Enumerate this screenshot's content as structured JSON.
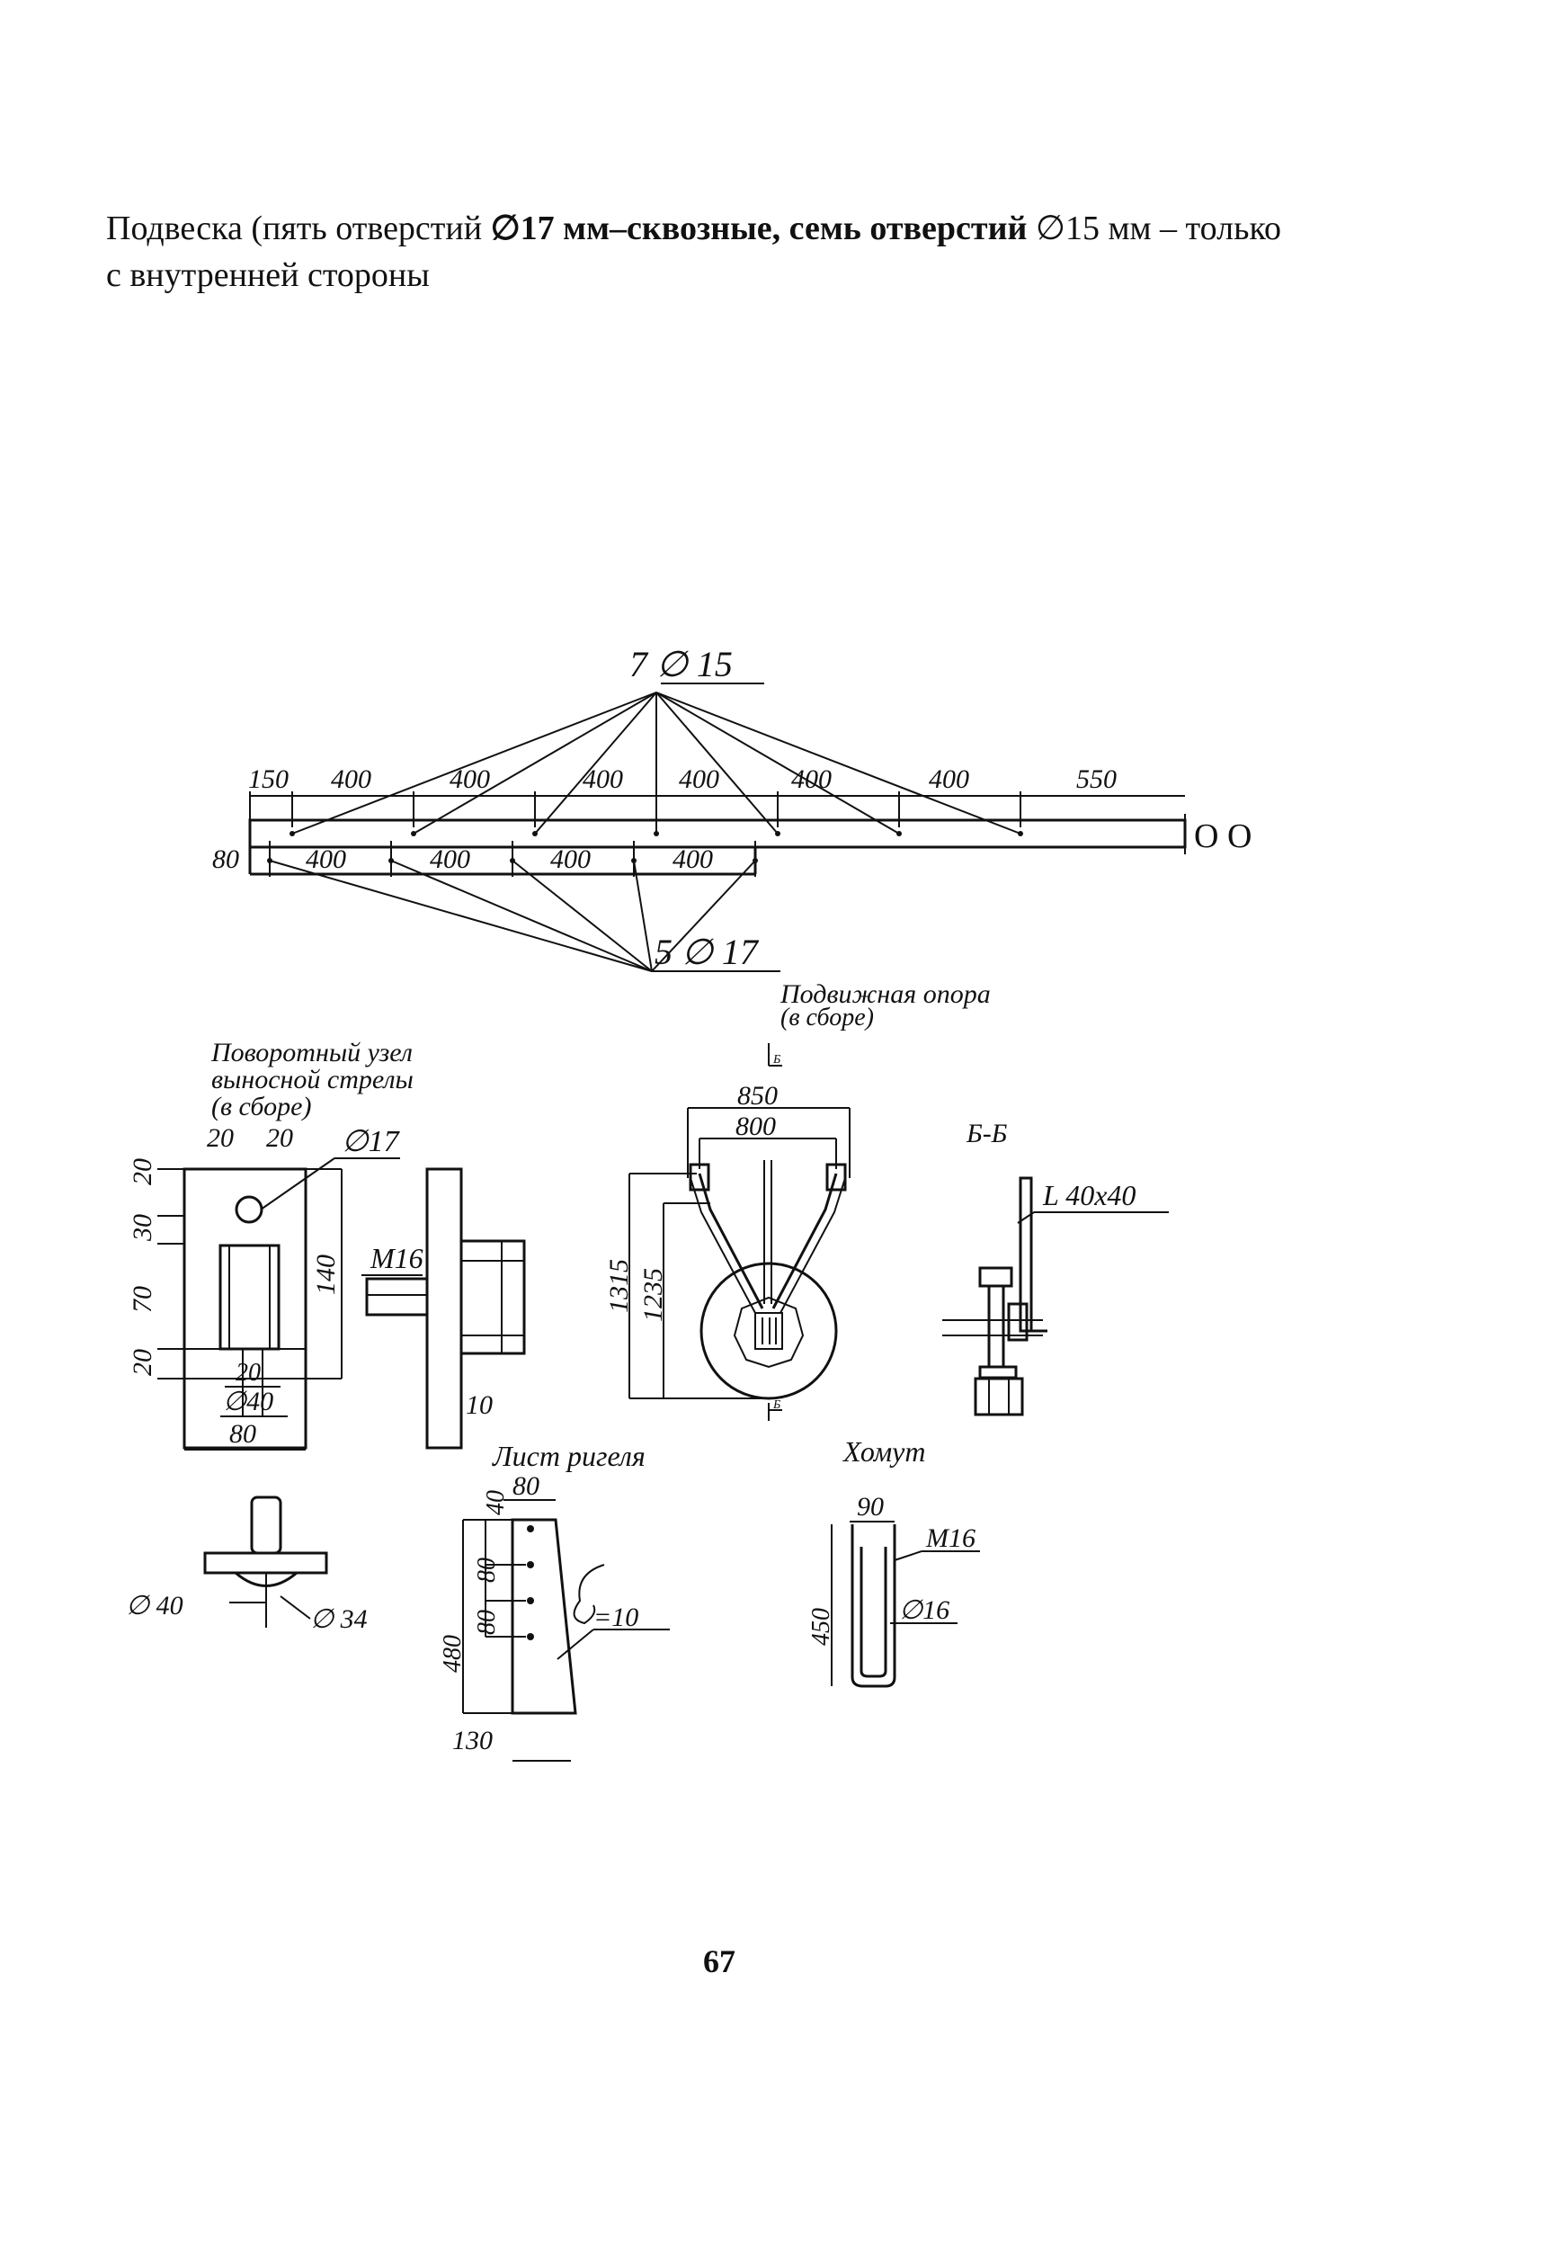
{
  "caption": {
    "line1_a": "Подвеска (пять отверстий ",
    "line1_b": "∅17 мм–сквозные, семь отверстий ",
    "line1_c": "∅15 мм – только",
    "line2": "с внутренней стороны"
  },
  "beam": {
    "top_label": "7 ∅ 15",
    "bottom_label": "5 ∅ 17",
    "top_dims": [
      "150",
      "400",
      "400",
      "400",
      "400",
      "400",
      "400",
      "550"
    ],
    "bottom_dims": [
      "400",
      "400",
      "400",
      "400"
    ],
    "height_dim": "80",
    "end_mark": "O O"
  },
  "pivot": {
    "title": [
      "Поворотный узел",
      "выносной стрелы",
      "(в сборе)"
    ],
    "dims": {
      "top_a": "20",
      "top_b": "20",
      "hole": "∅17",
      "left_a": "20",
      "left_b": "30",
      "left_c": "70",
      "left_d": "20",
      "height": "140",
      "bolt": "M16",
      "inner": "20",
      "dia": "∅40",
      "width": "80",
      "thickness": "10"
    }
  },
  "support": {
    "title": [
      "Подвижная опора",
      "(в сборе)"
    ],
    "dims": {
      "w1": "850",
      "w2": "800",
      "h1": "1315",
      "h2": "1235",
      "cut": "Б"
    }
  },
  "section": {
    "title": "Б-Б",
    "angle": "L 40x40"
  },
  "bushing": {
    "d_outer": "∅ 40",
    "d_inner": "∅ 34"
  },
  "plate": {
    "title": "Лист ригеля",
    "dims": {
      "top": "80",
      "a": "40",
      "b": "80",
      "c": "80",
      "height": "480",
      "bottom": "130",
      "thick": "=10"
    }
  },
  "clamp": {
    "title": "Хомут",
    "dims": {
      "width": "90",
      "thread": "M16",
      "height": "450",
      "dia": "∅16"
    }
  },
  "page": {
    "number": "67"
  }
}
